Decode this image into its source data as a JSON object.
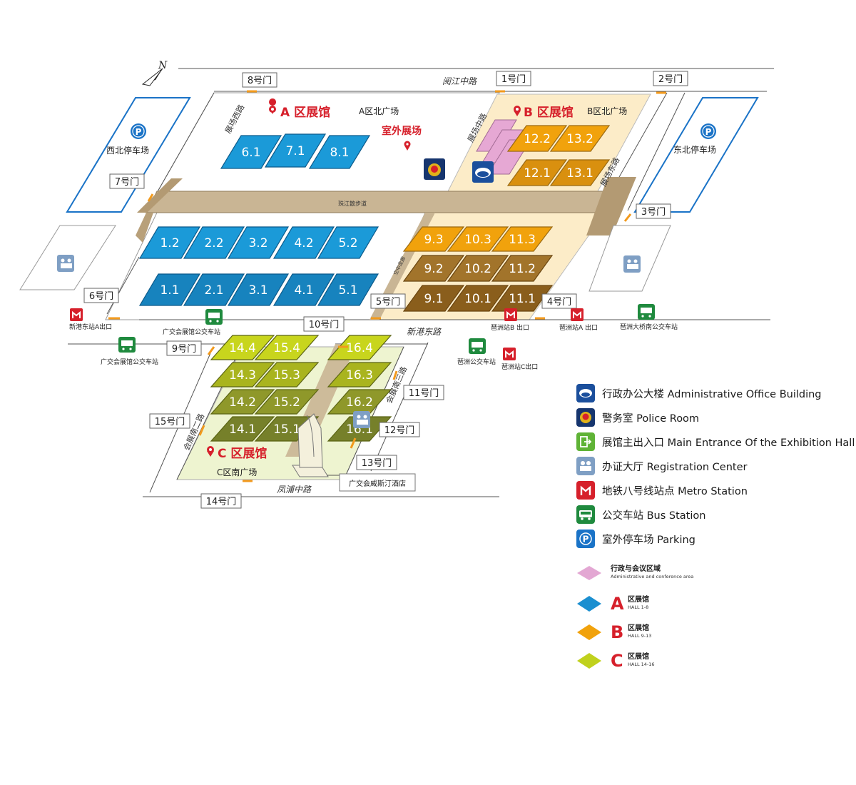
{
  "compass": {
    "label": "N"
  },
  "roads": {
    "yuejiang": "阅江中路",
    "zhujiang": "珠江散步道",
    "xingang": "新港东路",
    "fengpu": "凤浦中路",
    "zhanchang_west": "展场西路",
    "zhanchang_middle": "展场中路",
    "zhanchang_east": "展场东路",
    "huizhan_south2": "会展南二路",
    "huizhan_south3": "会展南三路",
    "skywalk": "空中走廊"
  },
  "zones": {
    "a_title": "A 区展馆",
    "b_title": "B 区展馆",
    "c_title": "C 区展馆",
    "outdoor_title": "室外展场",
    "a_plaza": "A区北广场",
    "b_plaza": "B区北广场",
    "c_plaza": "C区南广场",
    "hotel": "广交会威斯汀酒店"
  },
  "parking": {
    "northwest": "西北停车场",
    "northeast": "东北停车场"
  },
  "gates": [
    "1号门",
    "2号门",
    "3号门",
    "4号门",
    "5号门",
    "6号门",
    "7号门",
    "8号门",
    "9号门",
    "10号门",
    "11号门",
    "12号门",
    "13号门",
    "14号门",
    "15号门"
  ],
  "transit": {
    "metro_xingang_a": "新港东站A出口",
    "metro_pazhou_b": "琶洲站B 出口",
    "metro_pazhou_a": "琶洲站A 出口",
    "metro_pazhou_c": "琶洲站C出口",
    "bus_cantonfair_1": "广交会展馆公交车站",
    "bus_cantonfair_2": "广交会展馆公交车站",
    "bus_pazhou": "琶洲公交车站",
    "bus_pazhou_bridge": "琶洲大桥南公交车站"
  },
  "halls": {
    "a": [
      "6.1",
      "7.1",
      "8.1",
      "1.2",
      "2.2",
      "3.2",
      "4.2",
      "5.2",
      "1.1",
      "2.1",
      "3.1",
      "4.1",
      "5.1"
    ],
    "b": [
      "12.2",
      "13.2",
      "12.1",
      "13.1",
      "9.3",
      "10.3",
      "11.3",
      "9.2",
      "10.2",
      "11.2",
      "9.1",
      "10.1",
      "11.1"
    ],
    "c": [
      "14.4",
      "15.4",
      "16.4",
      "14.3",
      "15.3",
      "16.3",
      "14.2",
      "15.2",
      "16.2",
      "14.1",
      "15.1",
      "16.1"
    ]
  },
  "legend": {
    "items": [
      {
        "icon": "administrative-building-icon",
        "label": "行政办公大楼 Administrative Office Building",
        "color": "#1b4f9c"
      },
      {
        "icon": "police-icon",
        "label": "警务室 Police Room",
        "color": "#16356e"
      },
      {
        "icon": "main-entrance-icon",
        "label": "展馆主出入口 Main Entrance Of the Exhibition Hall",
        "color": "#5fb336"
      },
      {
        "icon": "registration-icon",
        "label": "办证大厅 Registration Center",
        "color": "#7f9fc4"
      },
      {
        "icon": "metro-icon",
        "label": "地铁八号线站点 Metro Station",
        "color": "#d6202b"
      },
      {
        "icon": "bus-icon",
        "label": "公交车站 Bus Station",
        "color": "#1f8a3e"
      },
      {
        "icon": "parking-icon",
        "label": "室外停车场 Parking",
        "color": "#1a73c7"
      }
    ],
    "admin_area": {
      "cn": "行政与会议区域",
      "en": "Administrative and conference area",
      "color": "#e3a7d3"
    },
    "zone_a": {
      "letter": "A",
      "cn": "区展馆",
      "en": "HALL 1-8",
      "color": "#1b8fd0"
    },
    "zone_b": {
      "letter": "B",
      "cn": "区展馆",
      "en": "HALL 9-13",
      "color": "#f1a20c"
    },
    "zone_c": {
      "letter": "C",
      "cn": "区展馆",
      "en": "HALL 14-16",
      "color": "#c0d11d"
    }
  }
}
